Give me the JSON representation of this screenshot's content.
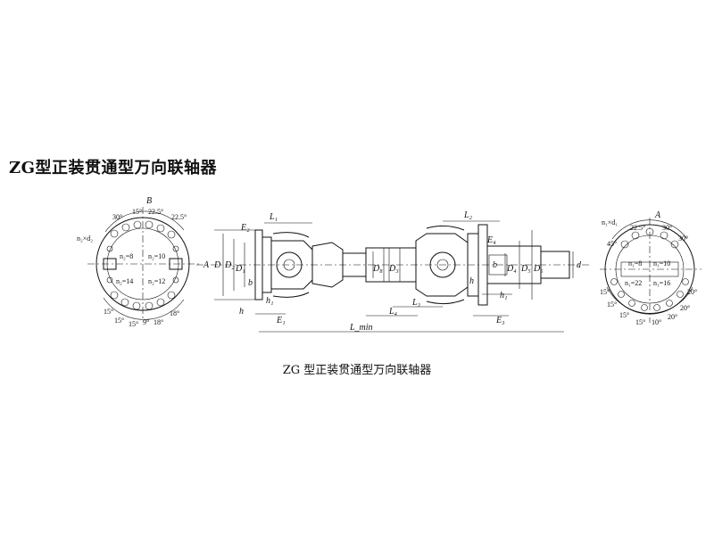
{
  "title": "ZG型正装贯通型万向联轴器",
  "caption": "ZG 型正装贯通型万向联轴器",
  "left_flange": {
    "view_label": "B",
    "holes_label": "n₂×d₂",
    "angles_top": [
      "30°",
      "15°",
      "22.5°",
      "22.5°"
    ],
    "counts": [
      "n₂=8",
      "n₂=10",
      "n₂=14",
      "n₂=12"
    ],
    "angles_bottom": [
      "15°",
      "15°",
      "15°",
      "9°",
      "18°",
      "18°"
    ]
  },
  "right_flange": {
    "view_label": "A",
    "holes_label": "n₁×d₁",
    "angles_top": [
      "22.5°",
      "30°",
      "45°",
      "30°"
    ],
    "counts": [
      "n₁=8",
      "n₁=10",
      "n₁=22",
      "n₁=16"
    ],
    "angles_bottom": [
      "15°",
      "15°",
      "15°",
      "15°",
      "10°",
      "20°",
      "20°",
      "20°"
    ]
  },
  "main_view": {
    "dims_left": [
      "E₂",
      "L₁",
      "A",
      "D",
      "D₂",
      "D₁",
      "b",
      "h₁",
      "h",
      "E₁"
    ],
    "dims_middle": [
      "D₈",
      "D₃",
      "L₄",
      "L₃",
      "L_min"
    ],
    "dims_right": [
      "L₂",
      "E₄",
      "b",
      "D₄",
      "D₅",
      "D₆",
      "d",
      "h",
      "h₁",
      "E₃"
    ]
  }
}
